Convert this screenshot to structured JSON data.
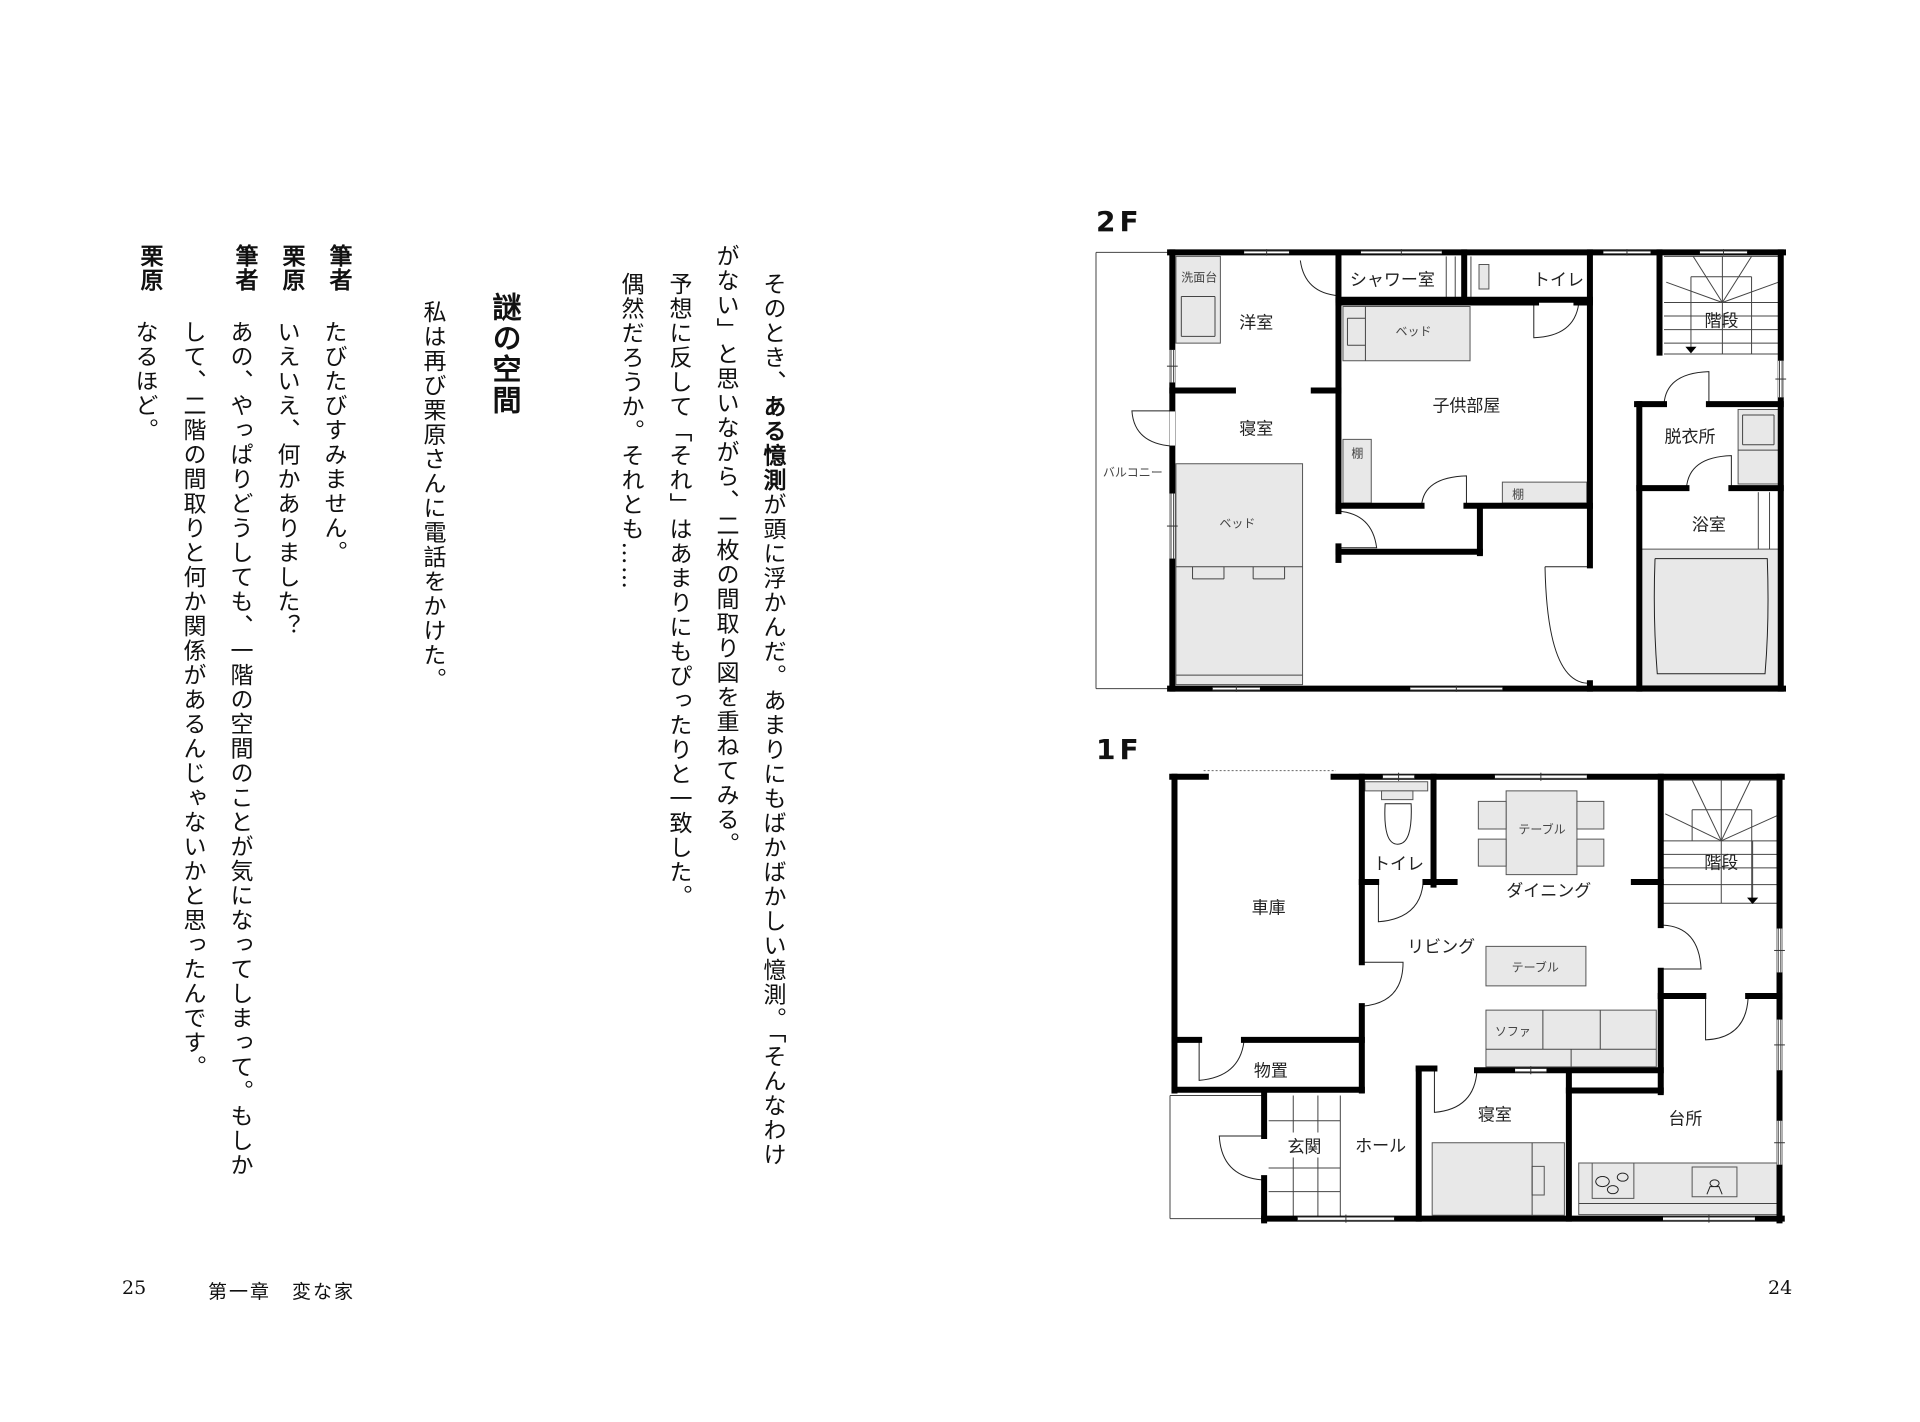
{
  "left_page": {
    "paragraph_columns": [
      {
        "pre": "そのとき、",
        "bold": "ある憶測",
        "post": "が頭に浮かんだ。あまりにもばかばかしい憶測。「そんなわけ"
      },
      {
        "pre": "がない」と思いながら、二枚の間取り図を重ねてみる。"
      },
      {
        "pre": "予想に反して「それ」はあまりにもぴったりと一致した。"
      },
      {
        "pre": "偶然だろうか。それとも……"
      }
    ],
    "section_heading": "謎の空間",
    "intro": "私は再び栗原さんに電話をかけた。",
    "dialogue": [
      {
        "speaker": "筆者",
        "lines": [
          "たびたびすみません。"
        ]
      },
      {
        "speaker": "栗原",
        "lines": [
          "いえいえ、何かありました？"
        ]
      },
      {
        "speaker": "筆者",
        "lines": [
          "あの、やっぱりどうしても、一階の空間のことが気になってしまって。もしか",
          "して、二階の間取りと何か関係があるんじゃないかと思ったんです。"
        ]
      },
      {
        "speaker": "栗原",
        "lines": [
          "なるほど。"
        ]
      }
    ],
    "page_number": "25",
    "running_head": "第一章　変な家"
  },
  "right_page": {
    "page_number": "24",
    "second_floor": {
      "title": "2F",
      "labels": [
        "洗面台",
        "洋室",
        "シャワー室",
        "トイレ",
        "階段",
        "ベッド",
        "子供部屋",
        "寝室",
        "脱衣所",
        "棚",
        "棚",
        "バルコニー",
        "ベッド",
        "浴室"
      ]
    },
    "first_floor": {
      "title": "1F",
      "labels": [
        "トイレ",
        "テーブル",
        "ダイニング",
        "階段",
        "車庫",
        "リビング",
        "テーブル",
        "ソファ",
        "物置",
        "寝室",
        "台所",
        "玄関",
        "ホール"
      ]
    }
  }
}
